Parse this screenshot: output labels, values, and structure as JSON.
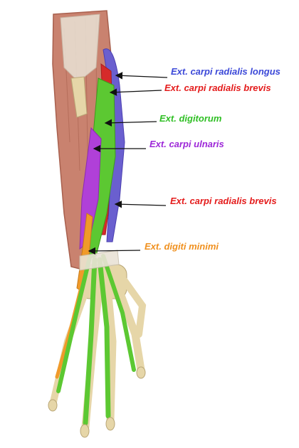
{
  "colors": {
    "background": "#ffffff",
    "muscle": "#c9826f",
    "muscle_dark": "#a8604e",
    "tendon": "#e9e3d6",
    "bone": "#e6d6a8",
    "arrow": "#111111"
  },
  "labels": [
    {
      "id": "ext-carpi-radialis-longus",
      "text": "Ext. carpi radialis longus",
      "color": "#3b48d8",
      "structure_color": "#6a5fcf"
    },
    {
      "id": "ext-carpi-radialis-brevis-upper",
      "text": "Ext. carpi radialis brevis",
      "color": "#e41b1b",
      "structure_color": "#d62a2a"
    },
    {
      "id": "ext-digitorum",
      "text": "Ext. digitorum",
      "color": "#2fbf24",
      "structure_color": "#5cc832"
    },
    {
      "id": "ext-carpi-ulnaris",
      "text": "Ext. carpi ulnaris",
      "color": "#9d27d8",
      "structure_color": "#b040d8"
    },
    {
      "id": "ext-carpi-radialis-brevis-lower",
      "text": "Ext. carpi radialis brevis",
      "color": "#e41b1b",
      "structure_color": "#d62a2a"
    },
    {
      "id": "ext-digiti-minimi",
      "text": "Ext. digiti minimi",
      "color": "#f0901e",
      "structure_color": "#f09a2a"
    }
  ]
}
